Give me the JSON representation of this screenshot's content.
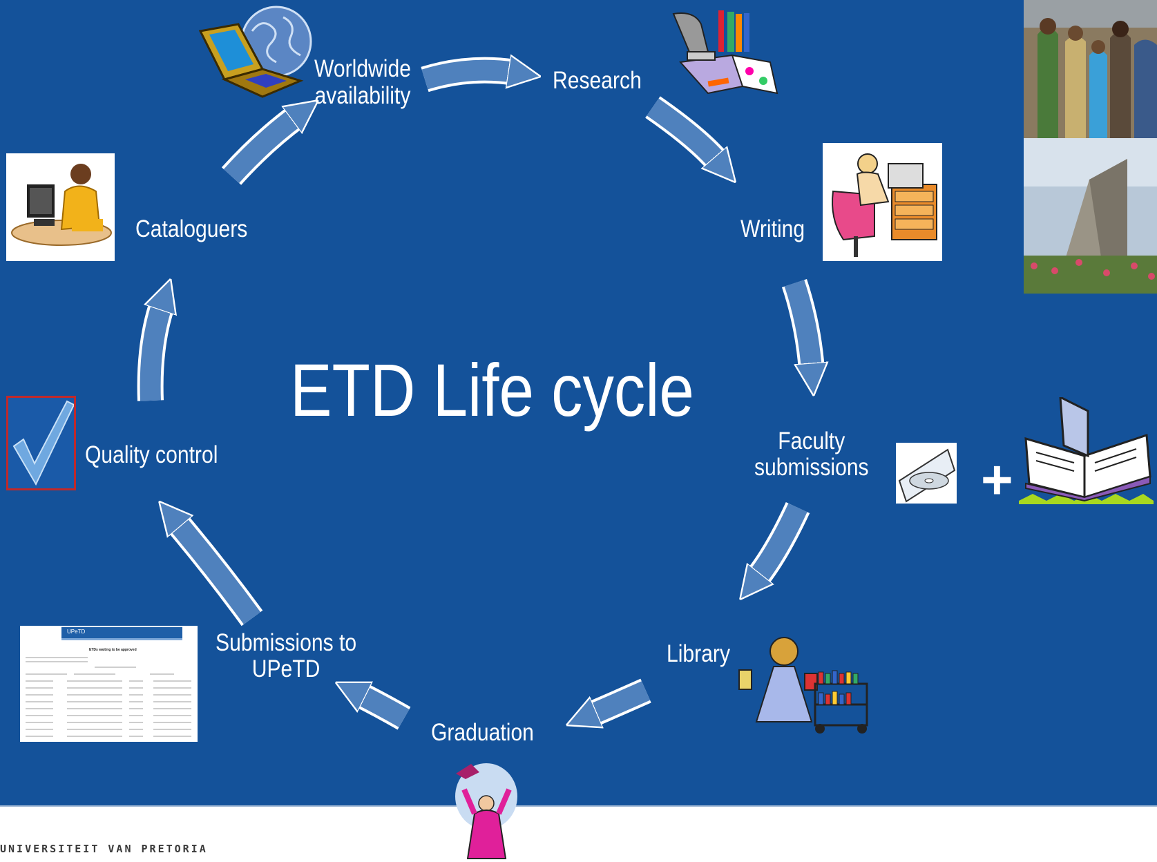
{
  "title": "ETD Life cycle",
  "stages": {
    "worldwide": "Worldwide\navailability",
    "research": "Research",
    "writing": "Writing",
    "faculty": "Faculty\nsubmissions",
    "library": "Library",
    "graduation": "Graduation",
    "submissions": "Submissions to\nUPeTD",
    "quality": "Quality control",
    "cataloguers": "Cataloguers"
  },
  "plus_sign": "+",
  "upetd_screenshot": {
    "header": "UPeTD",
    "heading": "ETDs waiting to be approved"
  },
  "university": "UNIVERSITEIT VAN PRETORIA",
  "colors": {
    "background": "#14529a",
    "arrow_fill": "#4f81bd",
    "arrow_stroke": "#ffffff"
  }
}
